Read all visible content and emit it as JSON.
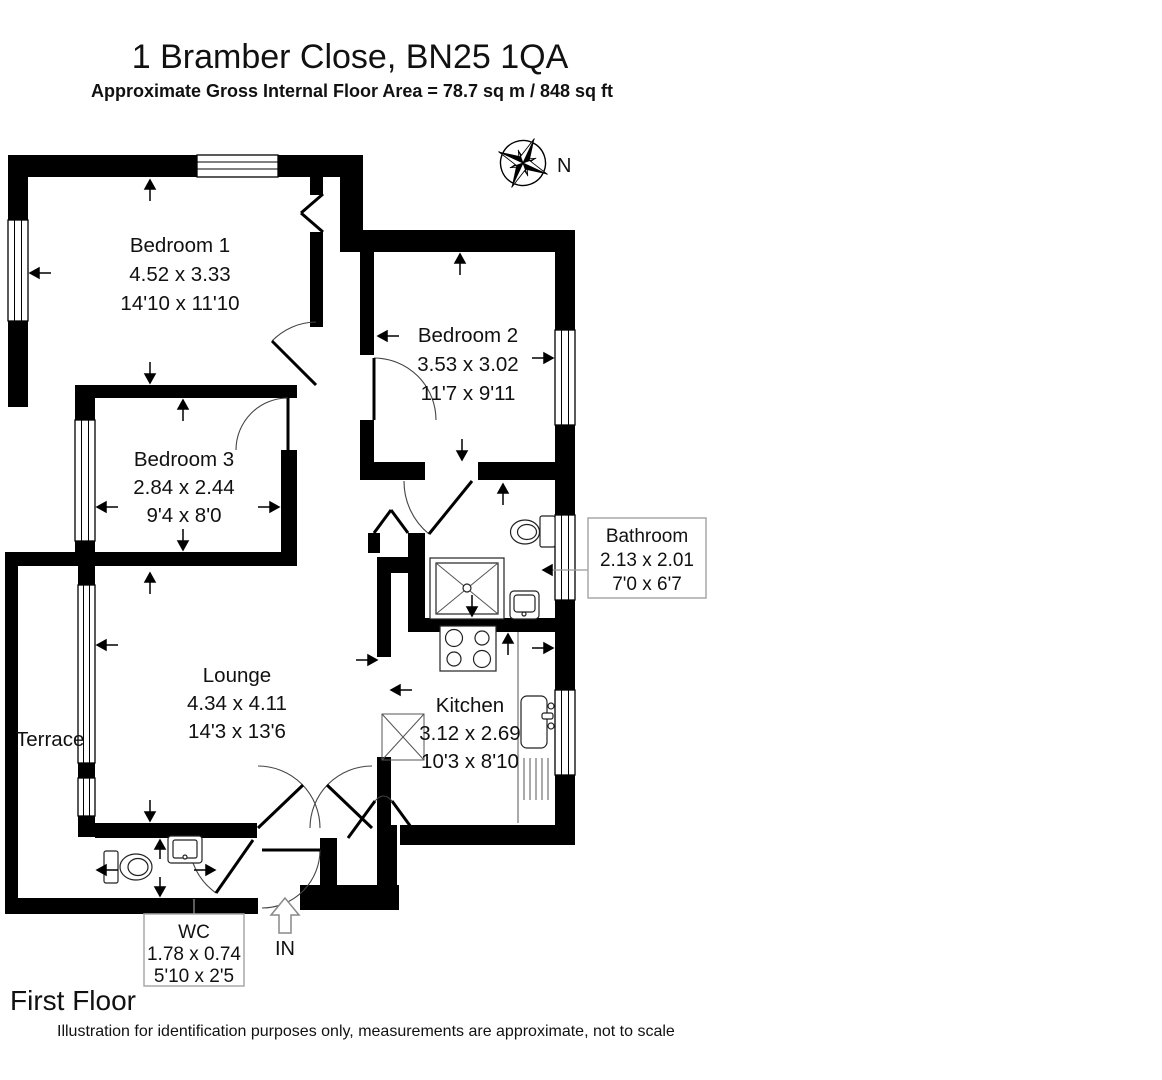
{
  "header": {
    "title": "1 Bramber Close, BN25 1QA",
    "subtitle": "Approximate Gross Internal Floor Area = 78.7 sq m / 848 sq ft"
  },
  "compass": {
    "north_label": "N"
  },
  "rooms": [
    {
      "name": "Bedroom 1",
      "metric": "4.52 x 3.33",
      "imperial": "14'10 x 11'10"
    },
    {
      "name": "Bedroom 2",
      "metric": "3.53 x 3.02",
      "imperial": "11'7 x 9'11"
    },
    {
      "name": "Bedroom 3",
      "metric": "2.84 x 2.44",
      "imperial": "9'4 x 8'0"
    },
    {
      "name": "Bathroom",
      "metric": "2.13 x 2.01",
      "imperial": "7'0 x 6'7"
    },
    {
      "name": "Lounge",
      "metric": "4.34 x 4.11",
      "imperial": "14'3 x 13'6"
    },
    {
      "name": "Kitchen",
      "metric": "3.12 x 2.69",
      "imperial": "10'3 x 8'10"
    },
    {
      "name": "WC",
      "metric": "1.78 x 0.74",
      "imperial": "5'10 x 2'5"
    },
    {
      "name": "Terrace",
      "metric": "",
      "imperial": ""
    }
  ],
  "entrance": {
    "label": "IN"
  },
  "footer": {
    "floor_label": "First Floor",
    "disclaimer": "Illustration for identification purposes only, measurements are approximate, not to scale"
  },
  "colors": {
    "wall": "#000000",
    "background": "#ffffff",
    "label_box_border": "#a9a9a9"
  }
}
